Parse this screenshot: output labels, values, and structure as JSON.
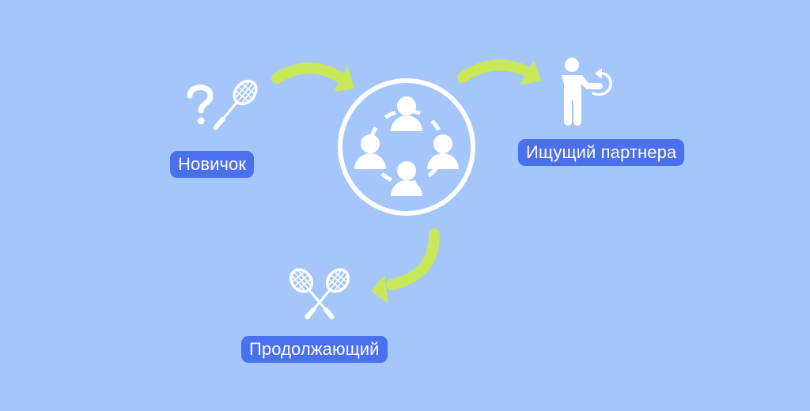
{
  "diagram": {
    "background_color": "#a4c6fb",
    "label_color": "#4a70ee",
    "arrow_color": "#c8e85a",
    "icon_color": "#ffffff",
    "center": {
      "icon": "community-circle-icon",
      "description": "Group of four people in a circle"
    },
    "nodes": [
      {
        "id": "novice",
        "label": "Новичок",
        "icon": "question-racket-icon"
      },
      {
        "id": "seeking-partner",
        "label": "Ищущий партнера",
        "icon": "person-seeking-icon"
      },
      {
        "id": "continuing",
        "label": "Продолжающий",
        "icon": "crossed-rackets-icon"
      }
    ],
    "edges": [
      {
        "from": "novice",
        "to": "center"
      },
      {
        "from": "center",
        "to": "seeking-partner"
      },
      {
        "from": "center",
        "to": "continuing"
      }
    ]
  }
}
